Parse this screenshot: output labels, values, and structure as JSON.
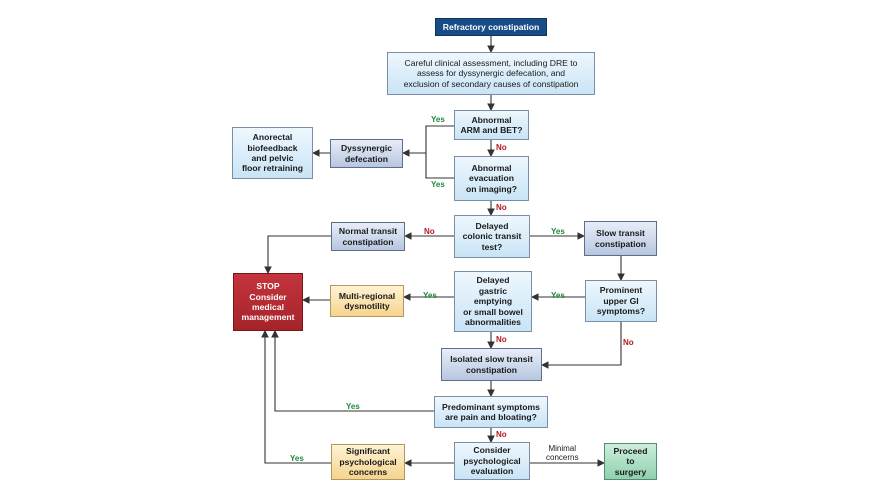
{
  "nodes": {
    "start": "Refractory constipation",
    "assessment": "Careful clinical assessment, including DRE to\nassess for dyssynergic defecation, and\nexclusion of secondary causes of constipation",
    "arm_bet": "Abnormal\nARM and BET?",
    "dyssynergic": "Dyssynergic\ndefecation",
    "biofeedback": "Anorectal\nbiofeedback\nand pelvic\nfloor retraining",
    "evac_imaging": "Abnormal\nevacuation\non imaging?",
    "colonic_transit": "Delayed\ncolonic transit\ntest?",
    "normal_transit": "Normal transit\nconstipation",
    "slow_transit": "Slow transit\nconstipation",
    "stop": "STOP\nConsider\nmedical\nmanagement",
    "multi_regional": "Multi-regional\ndysmotility",
    "gastric": "Delayed\ngastric\nemptying\nor small bowel\nabnormalities",
    "upper_gi": "Prominent\nupper GI\nsymptoms?",
    "isolated": "Isolated slow transit\nconstipation",
    "pain_bloating": "Predominant symptoms\nare pain and bloating?",
    "psych_concerns": "Significant\npsychological\nconcerns",
    "psych_eval": "Consider\npsychological\nevaluation",
    "surgery": "Proceed\nto\nsurgery"
  },
  "labels": {
    "yes": "Yes",
    "no": "No",
    "minimal": "Minimal\nconcerns"
  },
  "colors": {
    "navy": "#174c86",
    "red": "#a5232a",
    "amber": "#f5d48e",
    "green": "#8fd0ae",
    "yes_text": "#1e8a3c",
    "no_text": "#b31b20"
  }
}
